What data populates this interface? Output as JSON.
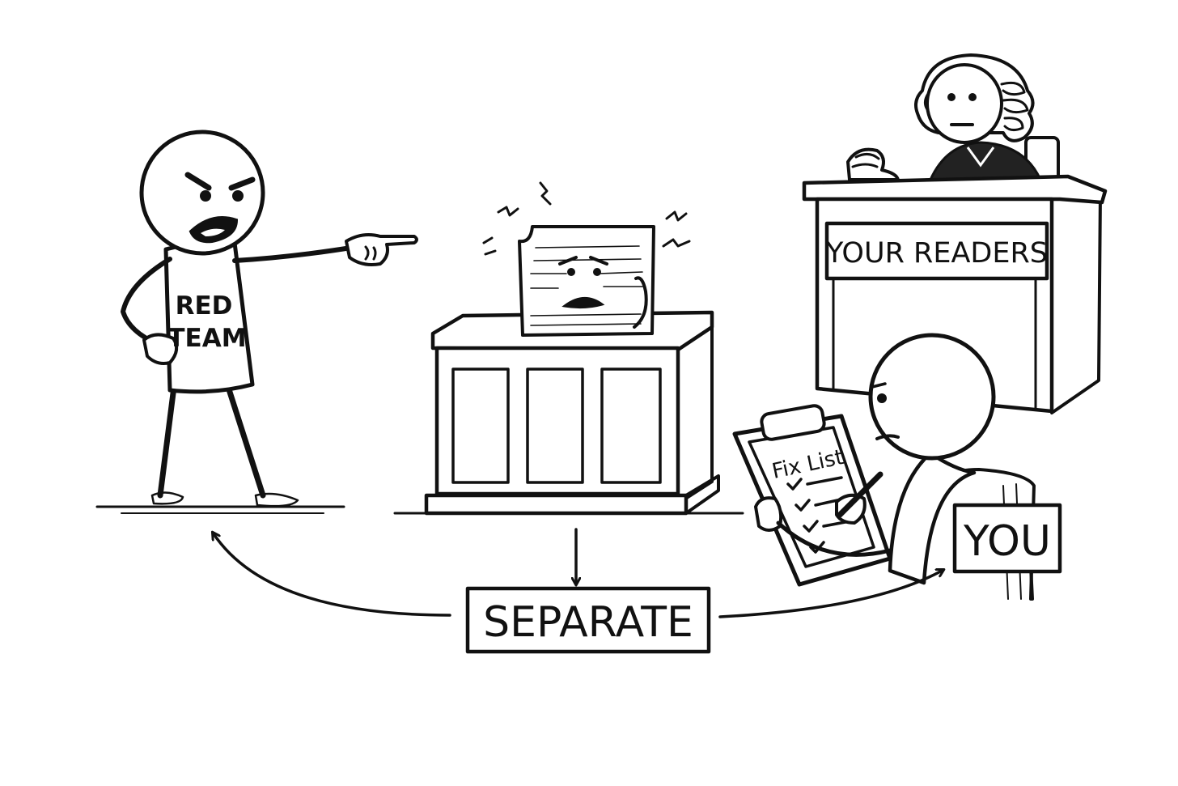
{
  "labels": {
    "red_team_line1": "RED",
    "red_team_line2": "TEAM",
    "judge_sign": "YOUR READERS",
    "you_sign": "YOU",
    "clipboard_title": "Fix List",
    "center_box": "SEPARATE"
  },
  "colors": {
    "ink": "#111111",
    "paper": "#ffffff"
  },
  "icons": [
    "pointing-hand-icon",
    "gavel-icon",
    "pen-icon",
    "checkmark-icon",
    "arrow-icon"
  ]
}
